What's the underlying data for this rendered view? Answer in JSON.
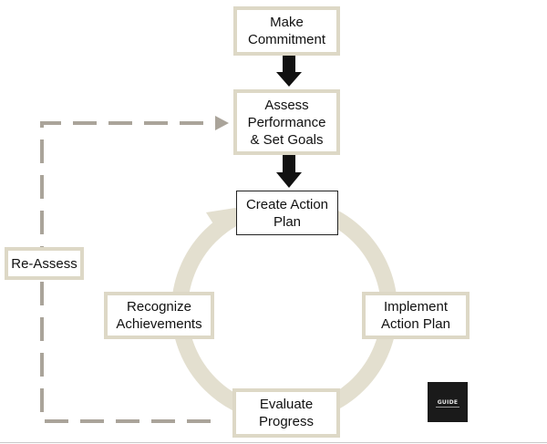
{
  "diagram": {
    "nodes": {
      "make_commitment": "Make\nCommitment",
      "assess_performance": "Assess\nPerformance\n& Set Goals",
      "create_action_plan": "Create Action\nPlan",
      "implement_action_plan": "Implement\nAction Plan",
      "evaluate_progress": "Evaluate\nProgress",
      "recognize_achievements": "Recognize\nAchievements",
      "re_assess": "Re-Assess"
    },
    "logo_text": "GUIDE",
    "colors": {
      "box_border": "#ddd8c6",
      "cycle_ring": "#e3dfcf",
      "dashed_line": "#aaa49a",
      "arrow": "#111111"
    }
  }
}
